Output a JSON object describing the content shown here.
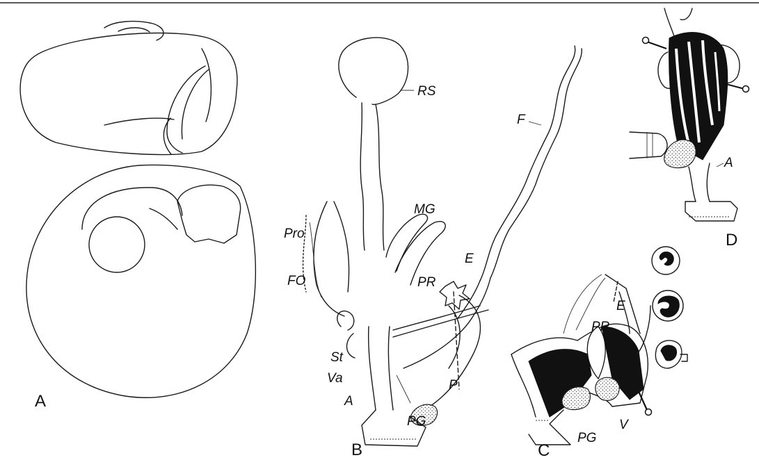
{
  "panels": [
    "A",
    "B",
    "C",
    "D"
  ],
  "labels_b": [
    "RS",
    "F",
    "MG",
    "E",
    "Pro",
    "PR",
    "FO",
    "St",
    "Va",
    "P",
    "A",
    "PG"
  ],
  "labels_c": [
    "E",
    "PR",
    "V",
    "PG"
  ],
  "labels_d": [
    "A"
  ]
}
